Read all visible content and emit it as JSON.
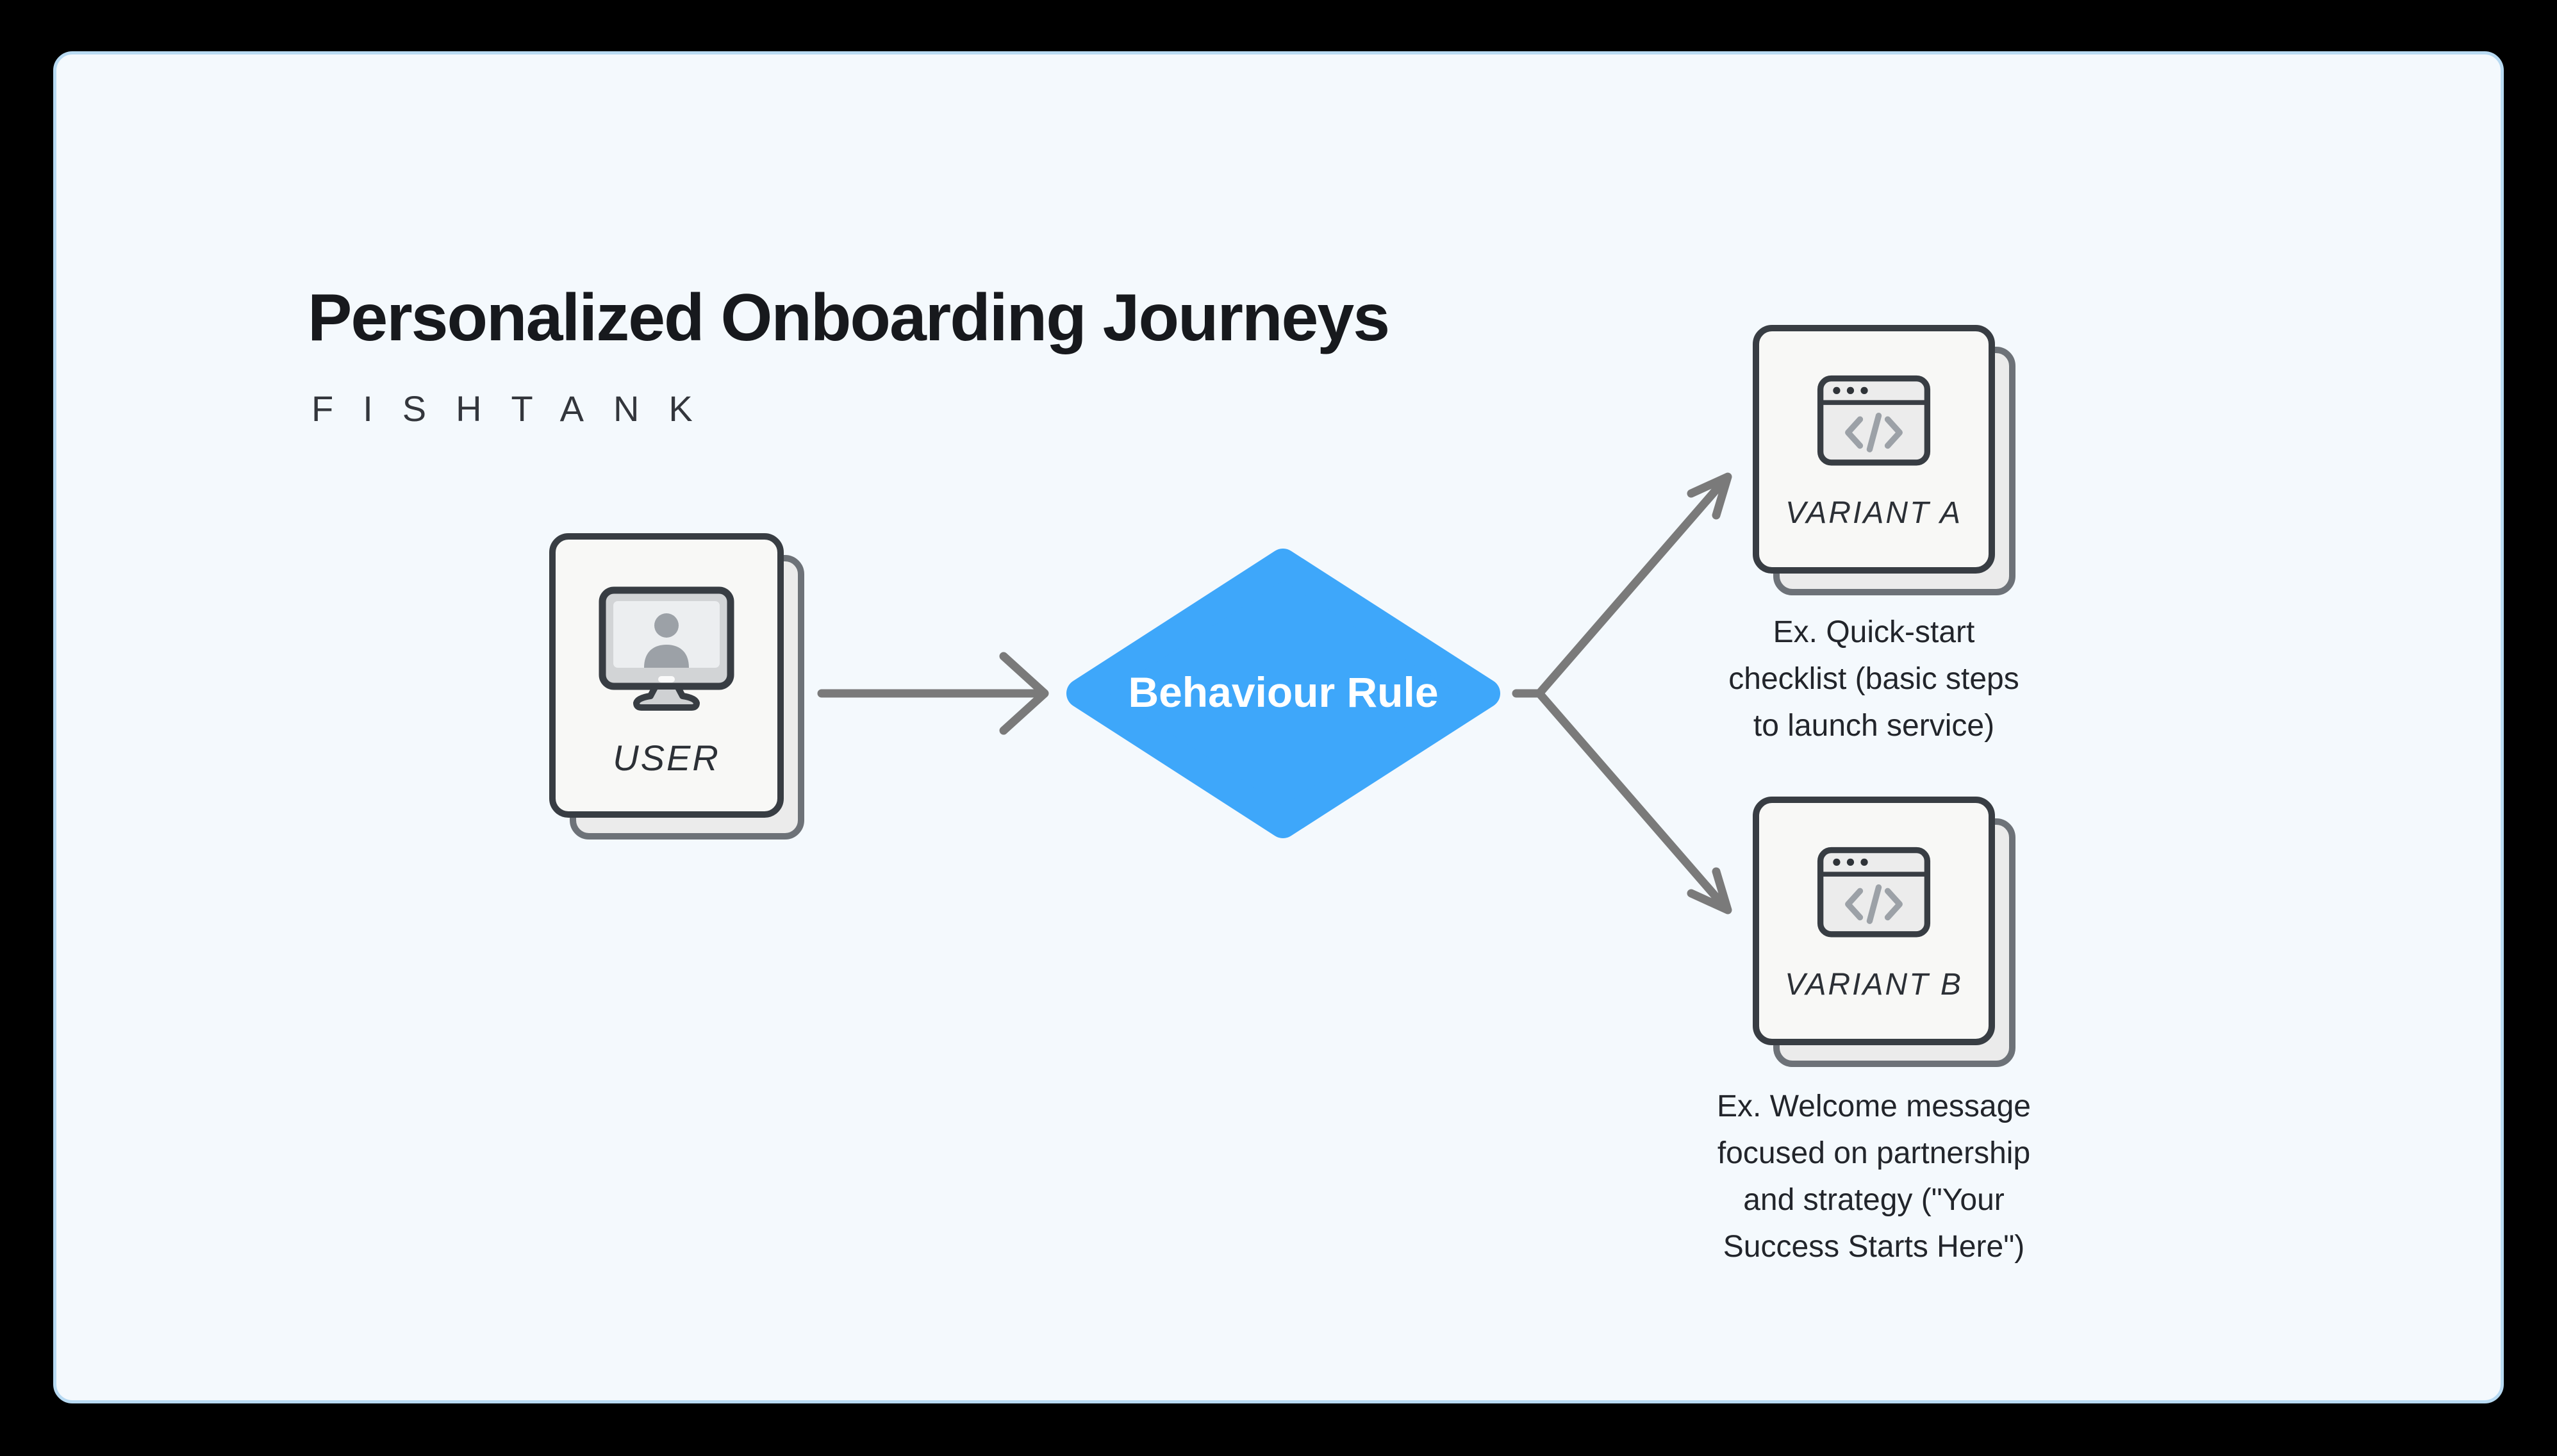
{
  "page": {
    "title": "Personalized Onboarding Journeys",
    "brand": "FISHTANK"
  },
  "nodes": {
    "user": {
      "label": "USER",
      "icon": "monitor-user-icon"
    },
    "rule": {
      "label": "Behaviour Rule",
      "shape": "diamond"
    },
    "variant_a": {
      "label": "VARIANT A",
      "icon": "browser-code-icon",
      "caption": [
        "Ex. Quick-start",
        "checklist (basic steps",
        "to launch service)"
      ]
    },
    "variant_b": {
      "label": "VARIANT B",
      "icon": "browser-code-icon",
      "caption": [
        "Ex. Welcome message",
        "focused on partnership",
        "and strategy (\"Your",
        "Success Starts Here\")"
      ]
    }
  },
  "colors": {
    "accent": "#3ea7fa",
    "ink": "#383d43",
    "panel_bg": "#f4f9fd",
    "panel_border": "#b8daf2",
    "card_bg": "#f8f8f6",
    "card_back_bg": "#ebebeb",
    "card_back_border": "#6d7278",
    "arrow": "#7a7a7a",
    "title_color": "#17191d",
    "caption_color": "#22252b",
    "label_color": "#2c3036",
    "icon_gray": "#9ca1a7",
    "icon_fill": "#ececec"
  }
}
